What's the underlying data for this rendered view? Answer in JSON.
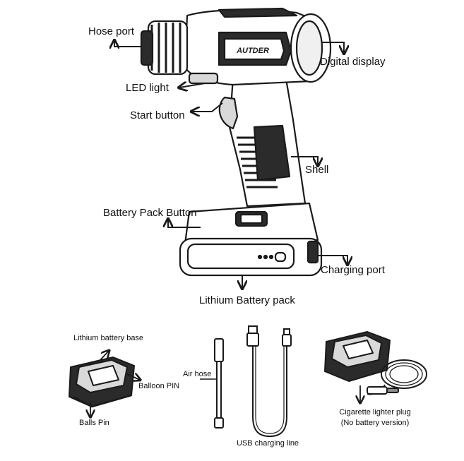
{
  "brand_mark": "AUTDER",
  "main_labels": {
    "hose_port": "Hose port",
    "digital_display": "Digital display",
    "led_light": "LED light",
    "start_button": "Start button",
    "shell": "Shell",
    "battery_pack_button": "Battery Pack Button",
    "charging_port": "Charging port",
    "lithium_battery_pack": "Lithium Battery pack"
  },
  "accessory_labels": {
    "lithium_battery_base": "Lithium battery base",
    "balloon_pin": "Balloon PIN",
    "balls_pin": "Balls Pin",
    "air_hose": "Air hose",
    "usb_charging_line": "USB charging line",
    "cigarette_lighter_plug": "Cigarette lighter plug",
    "no_battery_version": "(No battery version)"
  },
  "colors": {
    "line": "#1a1a1a",
    "dark_fill": "#2b2b2b",
    "mid_fill": "#8a8a8a",
    "light_fill": "#d9d9d9"
  }
}
